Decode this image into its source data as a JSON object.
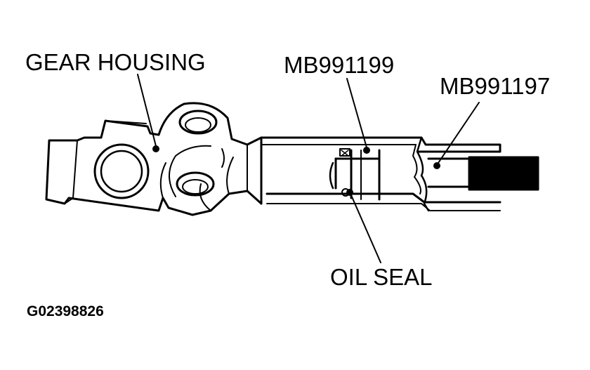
{
  "labels": {
    "gear_housing": "GEAR HOUSING",
    "mb991199": "MB991199",
    "mb991197": "MB991197",
    "oil_seal": "OIL SEAL",
    "figure_code": "G02398826"
  },
  "colors": {
    "ink": "#000000",
    "paper": "#ffffff"
  }
}
